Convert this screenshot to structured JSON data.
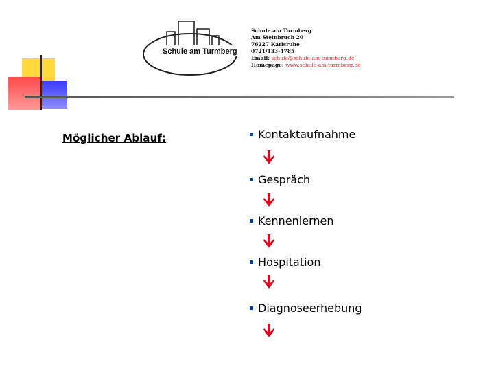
{
  "logo": {
    "text": "Schule am Turmberg"
  },
  "address": {
    "name": "Schule am Turmberg",
    "street": "Am Steinbruch 20",
    "city": "76227 Karlsruhe",
    "phone": "0721/133-4785",
    "email_label": "Email:",
    "email_value": "schule@schule-am-turmberg.de",
    "homepage_label": "Homepage:",
    "homepage_value": "www.schule-am-turmberg.de"
  },
  "heading": "Möglicher Ablauf:",
  "steps": [
    {
      "label": "Kontaktaufnahme"
    },
    {
      "label": "Gespräch"
    },
    {
      "label": "Kennenlernen"
    },
    {
      "label": "Hospitation"
    },
    {
      "label": "Diagnoseerhebung"
    }
  ],
  "colors": {
    "arrow": "#e8001c",
    "bullet": "#0a3a8a",
    "square_yellow": "#ffd93a",
    "square_red": "#ff4a4a",
    "square_blue": "#3a3aff"
  },
  "icons": {
    "arrow": "arrow-down-icon",
    "bullet": "square-bullet-icon"
  }
}
